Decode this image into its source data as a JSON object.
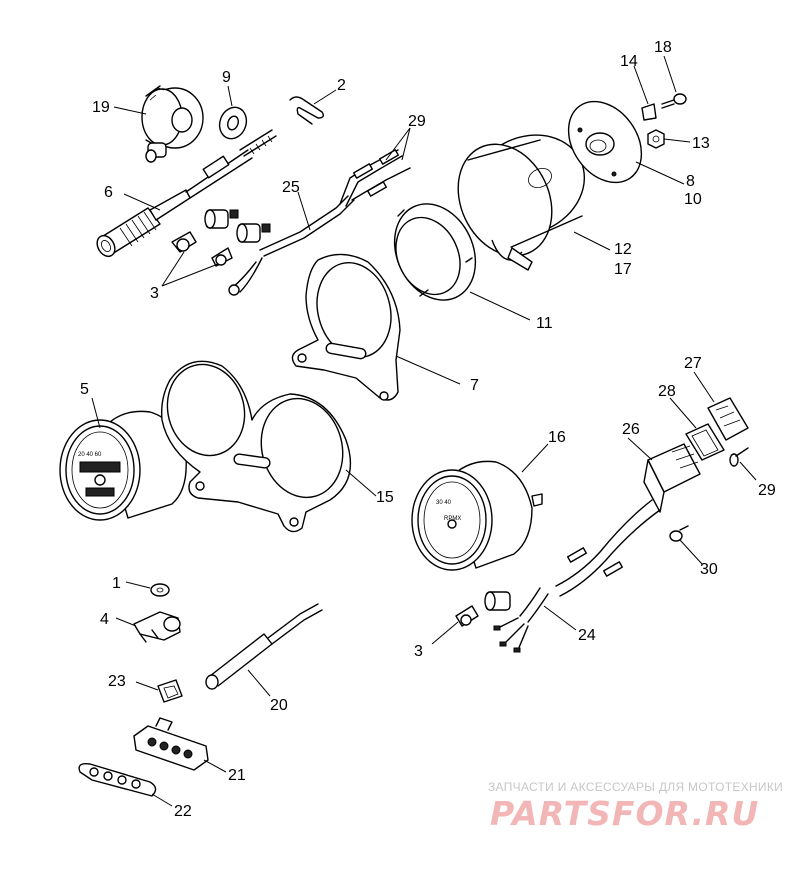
{
  "callouts": {
    "c1": "1",
    "c2": "2",
    "c3a": "3",
    "c3b": "3",
    "c4": "4",
    "c5": "5",
    "c6": "6",
    "c7": "7",
    "c8": "8",
    "c9": "9",
    "c10": "10",
    "c11": "11",
    "c12": "12",
    "c13": "13",
    "c14": "14",
    "c15": "15",
    "c16": "16",
    "c17": "17",
    "c18": "18",
    "c19": "19",
    "c20": "20",
    "c21": "21",
    "c22": "22",
    "c23": "23",
    "c24": "24",
    "c25": "25",
    "c26": "26",
    "c27": "27",
    "c28": "28",
    "c29a": "29",
    "c29b": "29",
    "c30": "30"
  },
  "watermark": {
    "caption": "ЗАПЧАСТИ И АКСЕССУАРЫ ДЛЯ МОТОТЕХНИКИ",
    "logo": "PARTSFOR.RU",
    "logo_color": "#f2b6b6",
    "caption_color": "#c7c7c7"
  }
}
